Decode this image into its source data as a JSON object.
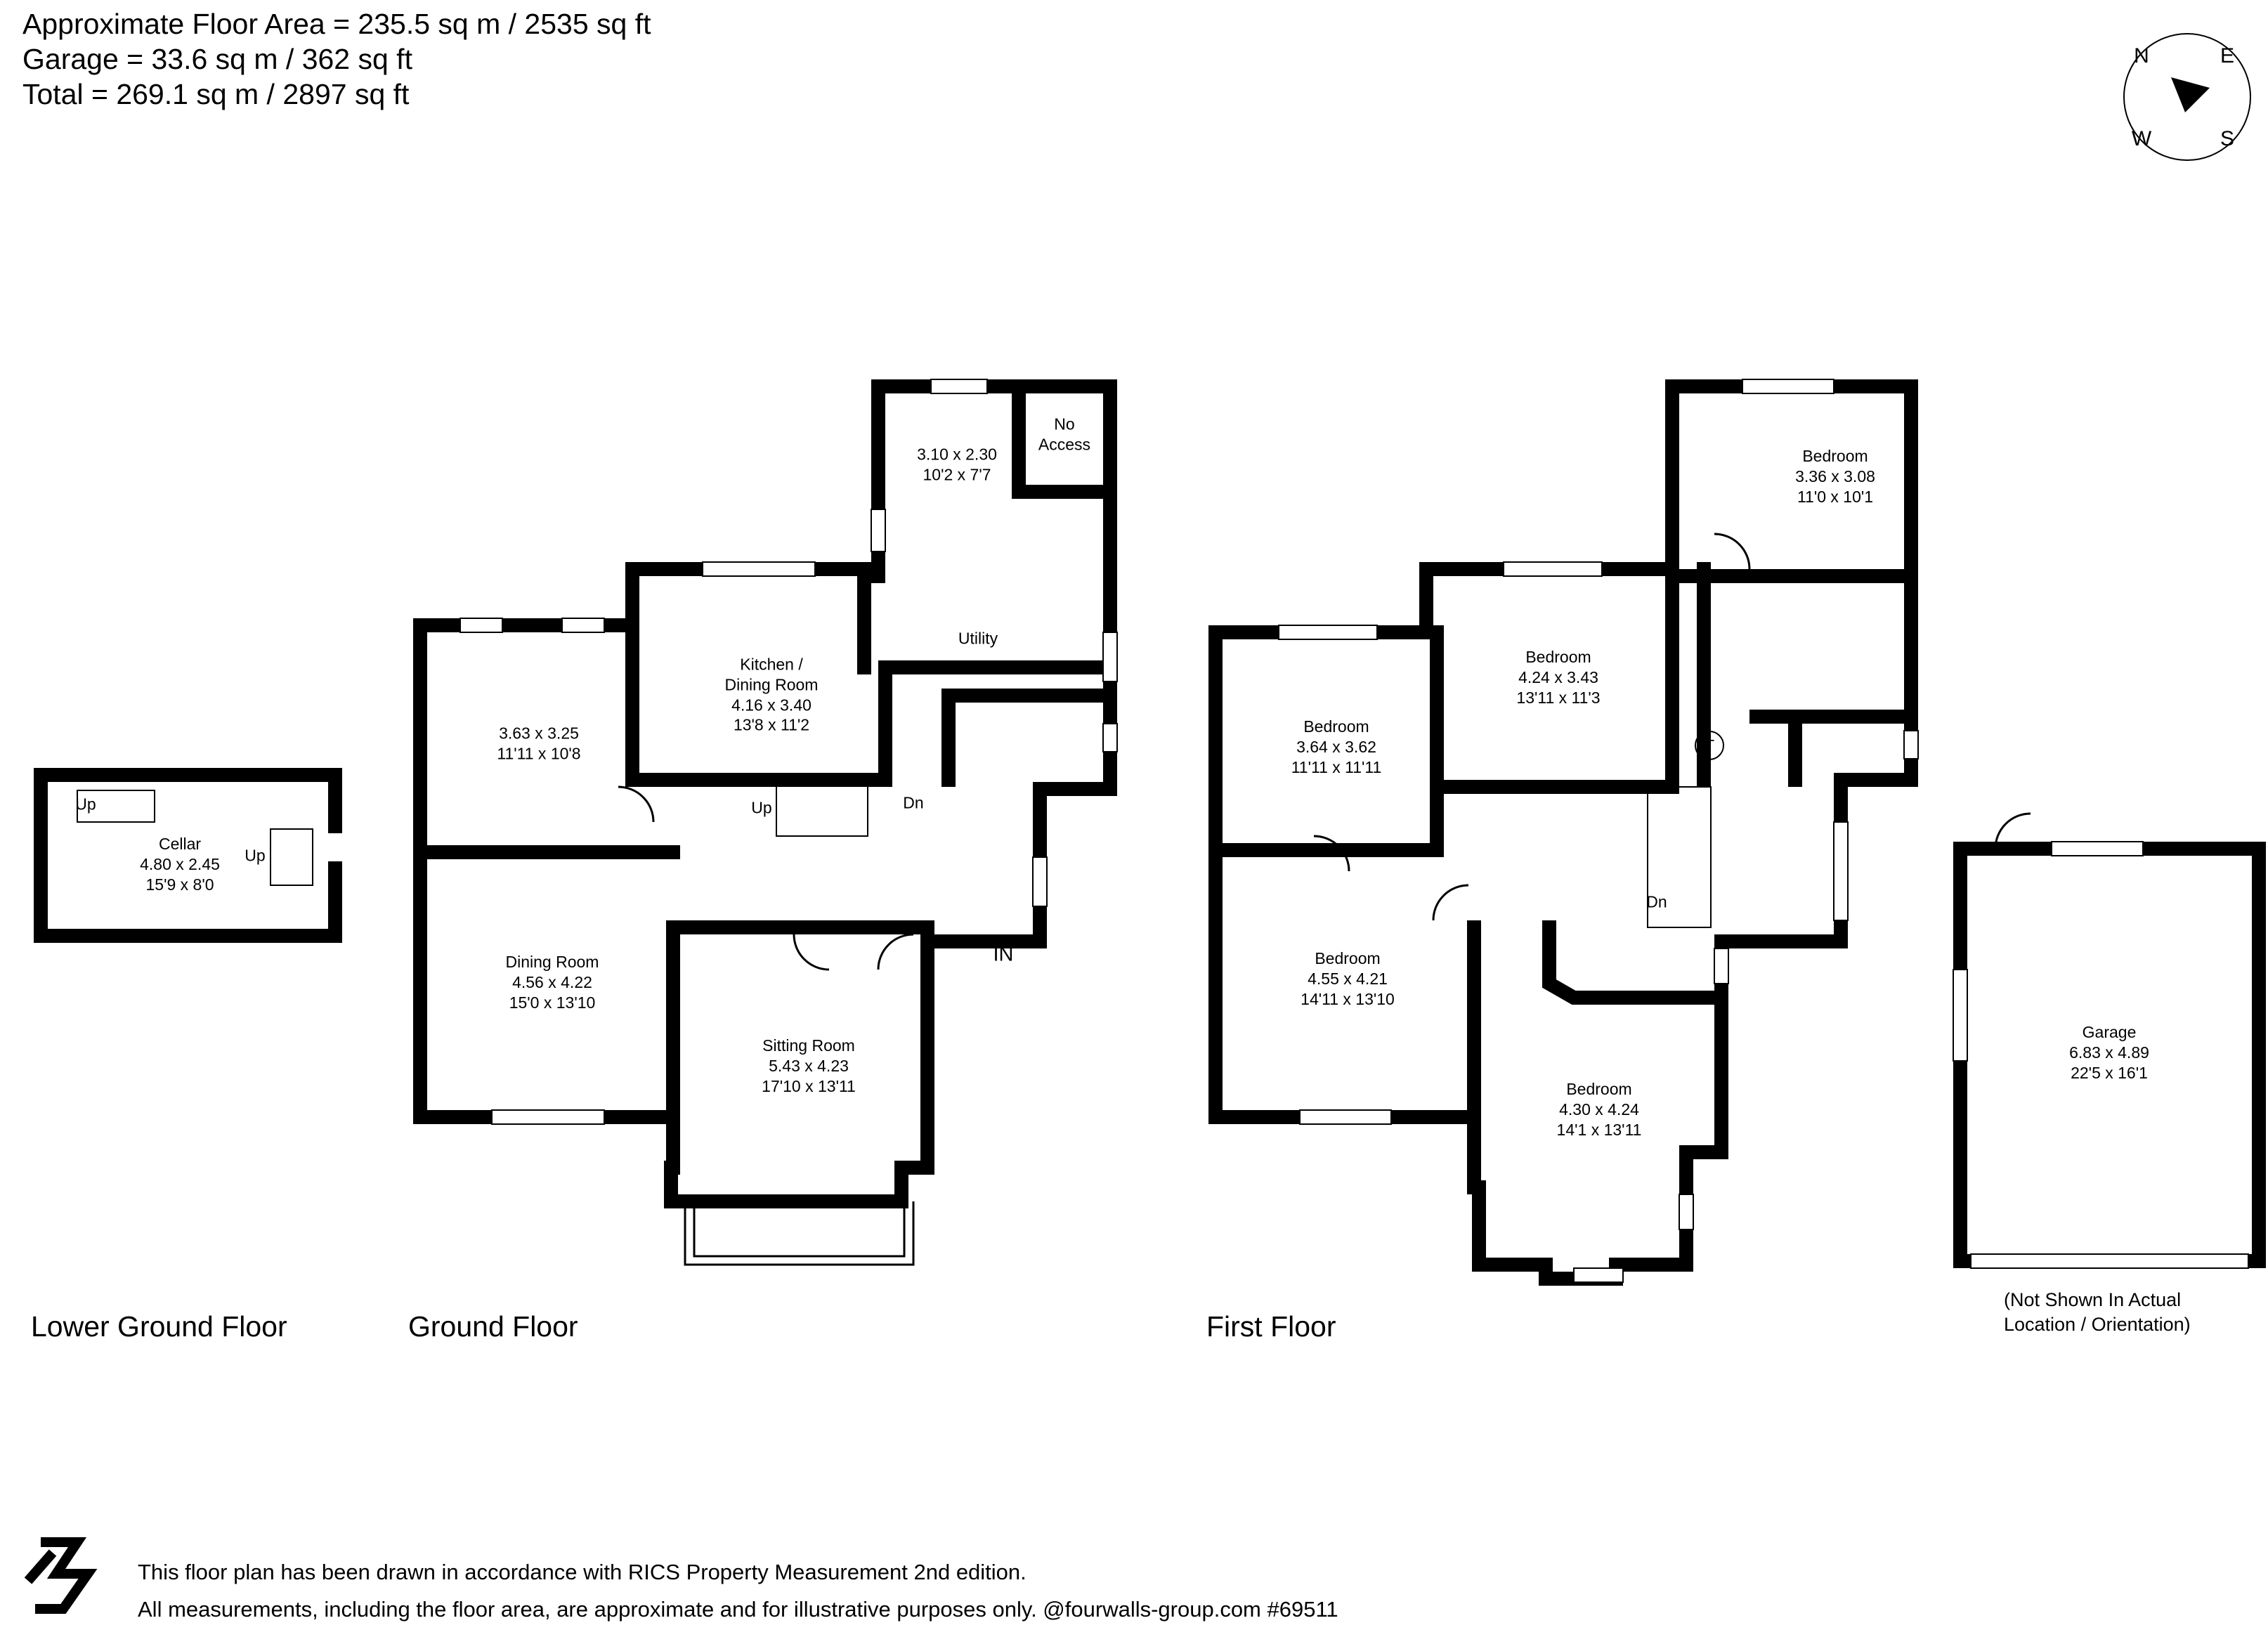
{
  "summary": {
    "approx_area": "Approximate Floor Area = 235.5 sq m / 2535 sq ft",
    "garage": "Garage = 33.6 sq m / 362 sq ft",
    "total": "Total = 269.1 sq m / 2897 sq ft"
  },
  "compass": {
    "n": "N",
    "e": "E",
    "s": "S",
    "w": "W"
  },
  "floors": {
    "lower_ground": "Lower Ground Floor",
    "ground": "Ground Floor",
    "first": "First Floor"
  },
  "lower_ground": {
    "cellar_name": "Cellar",
    "cellar_metric": "4.80 x 2.45",
    "cellar_imperial": "15'9 x 8'0",
    "up_left": "Up",
    "up_right": "Up"
  },
  "ground": {
    "room_unnamed_1_metric": "3.63 x 3.25",
    "room_unnamed_1_imperial": "11'11 x 10'8",
    "kitchen_name_1": "Kitchen /",
    "kitchen_name_2": "Dining Room",
    "kitchen_metric": "4.16 x 3.40",
    "kitchen_imperial": "13'8 x 11'2",
    "room_unnamed_2_metric": "3.10 x 2.30",
    "room_unnamed_2_imperial": "10'2 x 7'7",
    "no_access_1": "No",
    "no_access_2": "Access",
    "utility": "Utility",
    "dining_name": "Dining Room",
    "dining_metric": "4.56 x 4.22",
    "dining_imperial": "15'0 x 13'10",
    "sitting_name": "Sitting Room",
    "sitting_metric": "5.43 x 4.23",
    "sitting_imperial": "17'10 x 13'11",
    "up": "Up",
    "dn": "Dn",
    "in": "IN"
  },
  "first": {
    "bedroom_label": "Bedroom",
    "bed_a_metric": "3.36 x 3.08",
    "bed_a_imperial": "11'0 x 10'1",
    "bed_b_metric": "4.24 x 3.43",
    "bed_b_imperial": "13'11 x 11'3",
    "bed_c_metric": "3.64 x 3.62",
    "bed_c_imperial": "11'11 x 11'11",
    "bed_d_metric": "4.55 x 4.21",
    "bed_d_imperial": "14'11 x 13'10",
    "bed_e_metric": "4.30 x 4.24",
    "bed_e_imperial": "14'1 x 13'11",
    "dn": "Dn",
    "tank": "T"
  },
  "garage": {
    "name": "Garage",
    "metric": "6.83 x 4.89",
    "imperial": "22'5 x 16'1",
    "note_1": "(Not Shown In Actual",
    "note_2": "Location / Orientation)"
  },
  "footer": {
    "line_1": "This floor plan has been drawn in accordance with RICS Property Measurement 2nd edition.",
    "line_2": "All measurements, including the floor area, are approximate and for illustrative purposes only. @fourwalls-group.com #69511"
  }
}
